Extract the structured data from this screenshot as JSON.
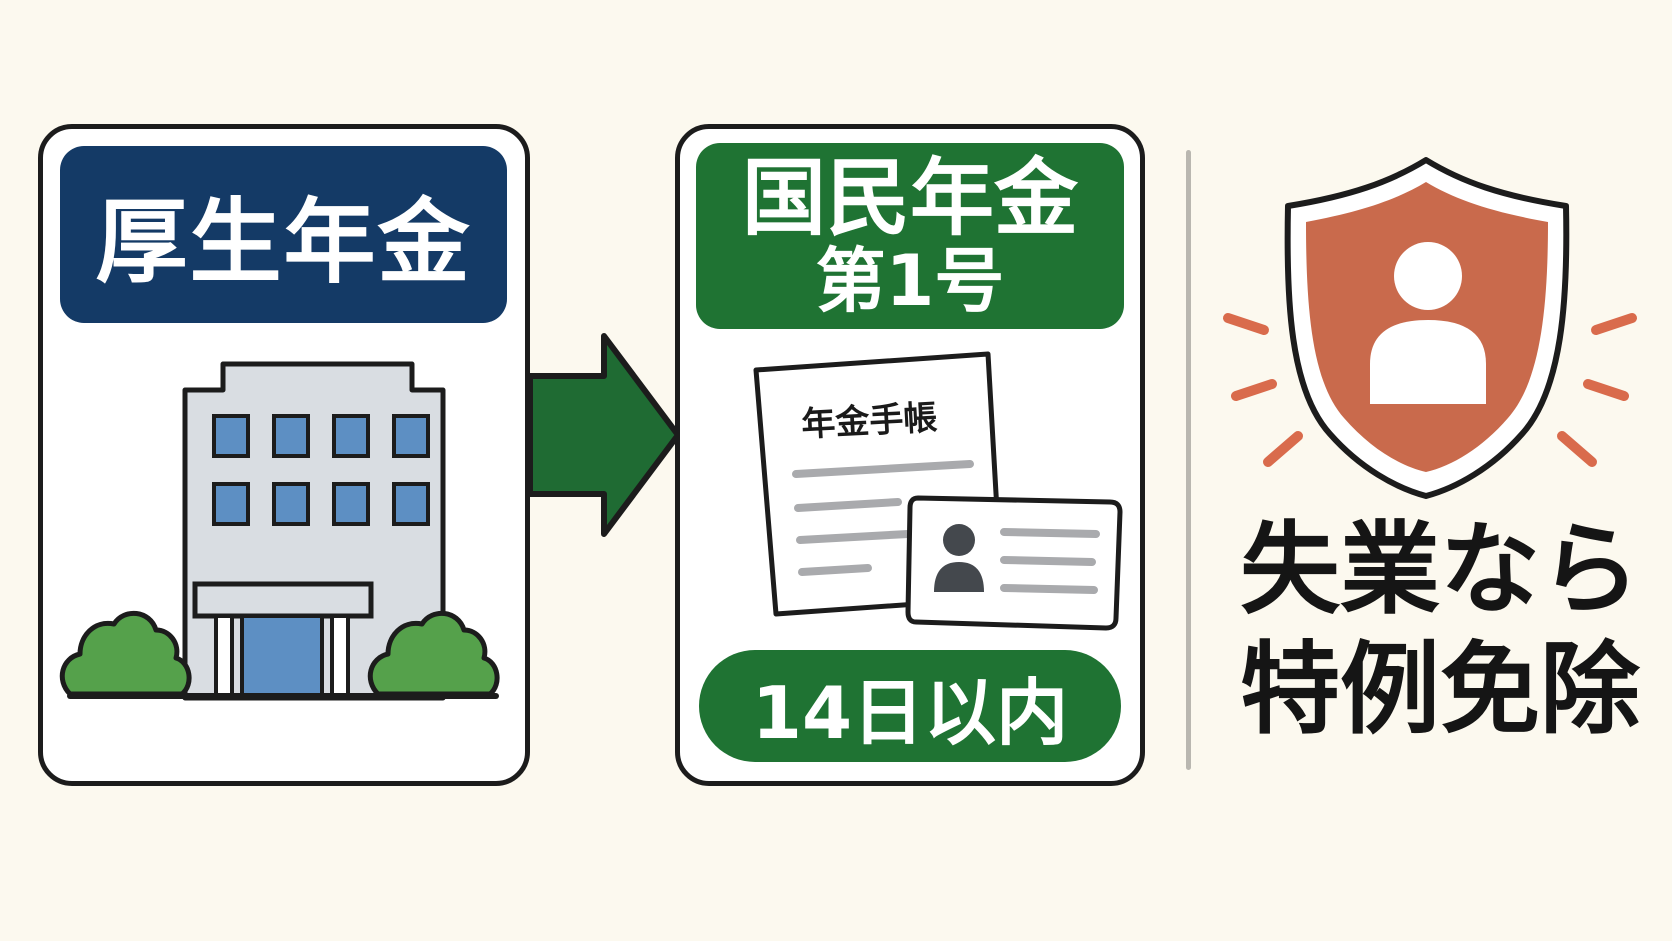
{
  "left_panel": {
    "title": "厚生年金",
    "colors": {
      "header": "#143a66",
      "building": "#d9dde2",
      "window": "#5d8fc3",
      "tree": "#55a14b"
    }
  },
  "middle_panel": {
    "title_line1": "国民年金",
    "title_line2": "第1号",
    "passbook_label": "年金手帳",
    "deadline": "14日以内",
    "colors": {
      "header": "#1f7333",
      "pill": "#1f7333"
    }
  },
  "right_panel": {
    "caption_line1": "失業なら",
    "caption_line2": "特例免除",
    "colors": {
      "shield": "#c96a4c",
      "rays": "#d96b4c"
    }
  },
  "icons": {
    "building": "office-building-icon",
    "arrow": "right-arrow-icon",
    "passbook": "pension-passbook-icon",
    "id_card": "id-card-icon",
    "shield": "shield-person-icon"
  }
}
